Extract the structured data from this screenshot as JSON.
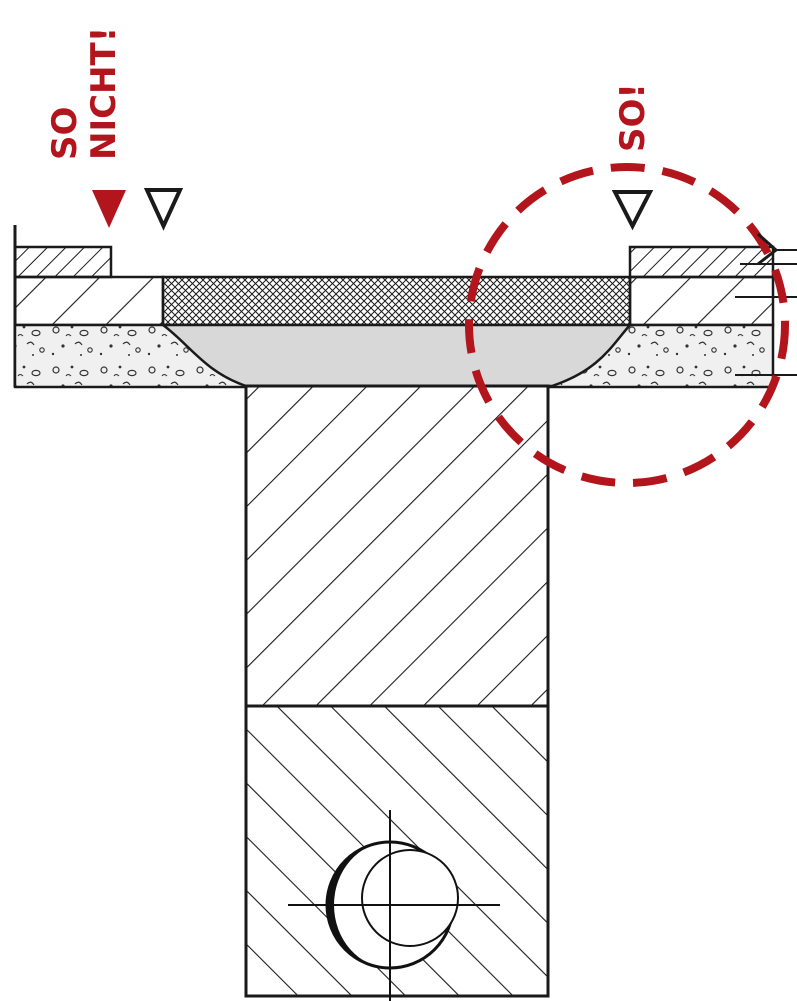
{
  "labels": {
    "wrong_line1": "SO",
    "wrong_line2": "NICHT!",
    "right": "SO!"
  },
  "colors": {
    "accent": "#b3151c",
    "ink": "#1a1a1a",
    "mortar": "#d8d8d8",
    "screed": "#f0f0f0"
  },
  "markers": {
    "wrong_marker": "filled-triangle-down-icon",
    "level_marker": "outline-triangle-down-icon",
    "highlight": "dashed-circle-icon"
  }
}
